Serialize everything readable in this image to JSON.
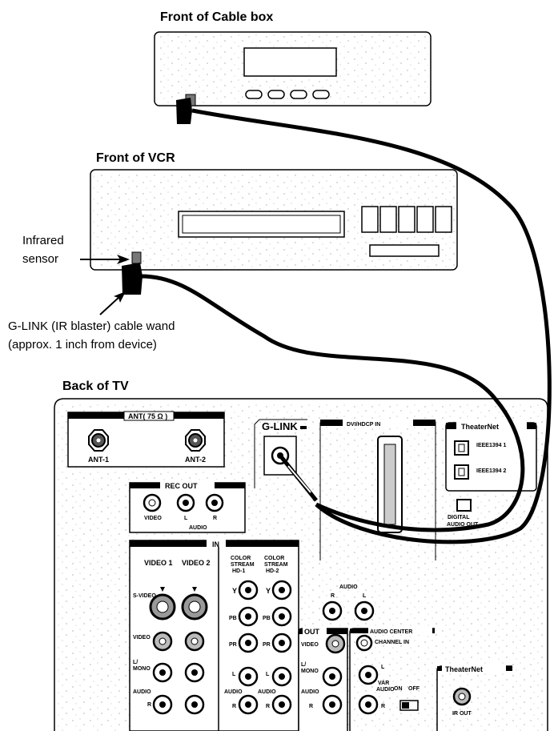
{
  "labels": {
    "cable_box": "Front of Cable box",
    "vcr": "Front of VCR",
    "infrared_sensor_line1": "Infrared",
    "infrared_sensor_line2": "sensor",
    "wand_line1": "G-LINK (IR blaster) cable wand",
    "wand_line2": "(approx. 1 inch from device)",
    "back_tv": "Back of TV"
  },
  "tv_panel": {
    "ant_header": "ANT( 75 Ω )",
    "ant1": "ANT-1",
    "ant2": "ANT-2",
    "glink": "G-LINK",
    "dvi": "DVI/HDCP IN",
    "theaternet_top": "TheaterNet",
    "ieee1": "IEEE1394 1",
    "ieee2": "IEEE1394 2",
    "digital_audio_out_1": "DIGITAL",
    "digital_audio_out_2": "AUDIO OUT",
    "rec_out": "REC OUT",
    "video": "VIDEO",
    "l": "L",
    "r": "R",
    "audio": "AUDIO",
    "in": "IN",
    "video1": "VIDEO 1",
    "video2": "VIDEO 2",
    "cs1_1": "COLOR",
    "cs1_2": "STREAM",
    "cs1_3": "HD-1",
    "cs2_3": "HD-2",
    "svideo": "S-VIDEO",
    "y": "Y",
    "pb": "PB",
    "pr": "PR",
    "l_mono": "L/",
    "mono": "MONO",
    "out": "OUT",
    "audio_center_1": "AUDIO CENTER",
    "audio_center_2": "CHANNEL IN",
    "var_audio_1": "VAR",
    "var_audio_2": "AUDIO",
    "on": "ON",
    "off": "OFF",
    "theaternet_bottom": "TheaterNet",
    "ir_out": "IR OUT"
  }
}
